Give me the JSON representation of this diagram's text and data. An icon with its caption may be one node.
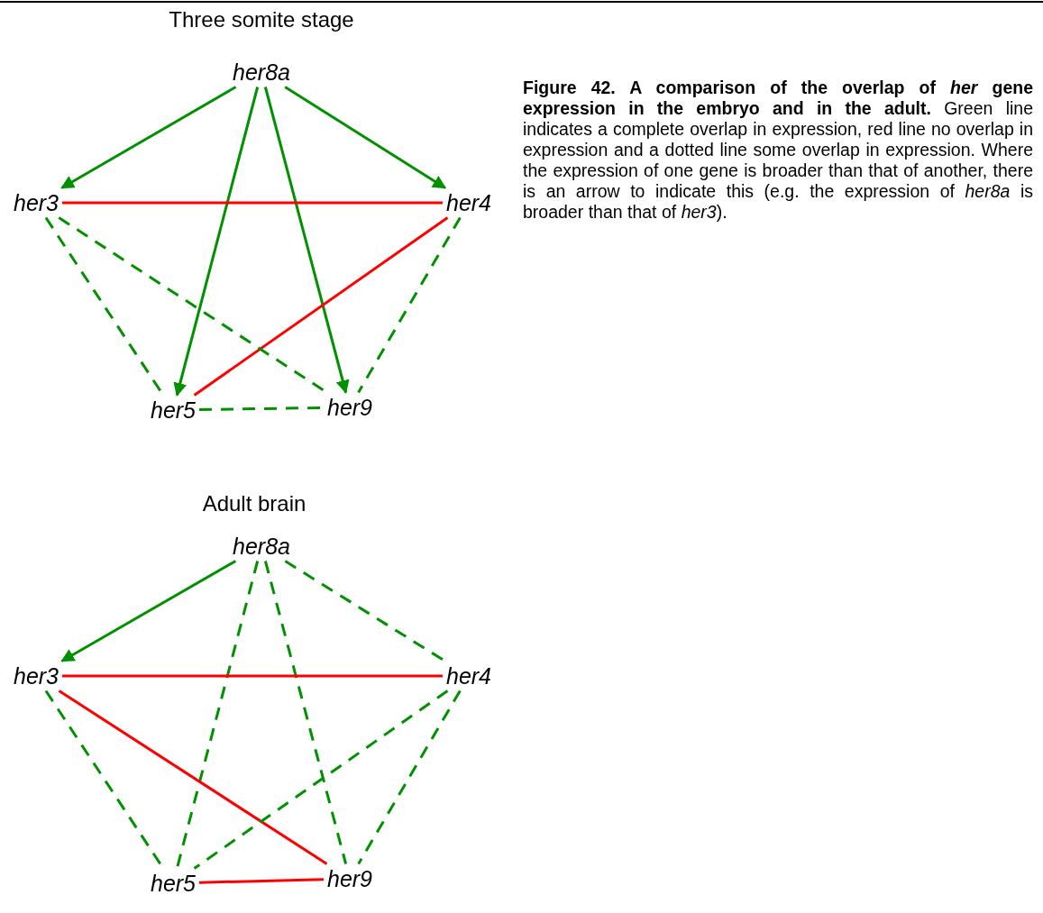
{
  "diagram": {
    "caption": "**Figure 42.  A comparison of the overlap of** *her* **gene expression in the embryo and in the adult.**  Green line indicates a complete overlap in expression, red line no overlap in expression and a dotted line some overlap in expression.  Where the expression of one gene is broader than that of another, there is an arrow to indicate this (e.g. the expression of *her8a* is broader than that of *her3*).",
    "nodes": [
      {
        "text": [
          "her8a"
        ]
      },
      {
        "text": [
          "her3"
        ]
      },
      {
        "text": [
          "her4"
        ]
      },
      {
        "text": [
          "her5"
        ]
      },
      {
        "text": [
          "her9"
        ]
      },
      {
        "text": [
          "her8a"
        ]
      },
      {
        "text": [
          "her3"
        ]
      },
      {
        "text": [
          "her4"
        ]
      },
      {
        "text": [
          "her5"
        ]
      },
      {
        "text": [
          "her9"
        ]
      }
    ],
    "edges": [
      {
        "from": 0,
        "to": 1,
        "arrow": "to"
      },
      {
        "from": 0,
        "to": 2,
        "arrow": "to"
      },
      {
        "from": 0,
        "to": 3,
        "arrow": "to"
      },
      {
        "from": 0,
        "to": 4,
        "arrow": "to"
      },
      {
        "from": 1,
        "to": 2,
        "arrow": "none",
        "color": "#ff0000"
      },
      {
        "from": 2,
        "to": 3,
        "arrow": "none",
        "color": "#ff0000"
      },
      {
        "from": 1,
        "to": 3,
        "arrow": "none",
        "style": "dashed"
      },
      {
        "from": 1,
        "to": 4,
        "arrow": "none",
        "style": "dashed"
      },
      {
        "from": 2,
        "to": 4,
        "arrow": "none",
        "style": "dashed"
      },
      {
        "from": 3,
        "to": 4,
        "arrow": "none",
        "style": "dashed"
      },
      {
        "from": 5,
        "to": 6,
        "arrow": "to"
      },
      {
        "from": 5,
        "to": 7,
        "arrow": "none",
        "style": "dashed"
      },
      {
        "from": 5,
        "to": 8,
        "arrow": "none",
        "style": "dashed"
      },
      {
        "from": 5,
        "to": 9,
        "arrow": "none",
        "style": "dashed"
      },
      {
        "from": 6,
        "to": 7,
        "arrow": "none",
        "color": "#ff0000"
      },
      {
        "from": 6,
        "to": 9,
        "arrow": "none",
        "color": "#ff0000"
      },
      {
        "from": 6,
        "to": 8,
        "arrow": "none",
        "style": "dashed"
      },
      {
        "from": 7,
        "to": 8,
        "arrow": "none",
        "style": "dashed"
      },
      {
        "from": 7,
        "to": 9,
        "arrow": "none",
        "style": "dashed"
      },
      {
        "from": 8,
        "to": 9,
        "arrow": "none",
        "color": "#ff0000"
      }
    ],
    "labels": [
      "Three somite stage",
      "Adult brain"
    ]
  }
}
